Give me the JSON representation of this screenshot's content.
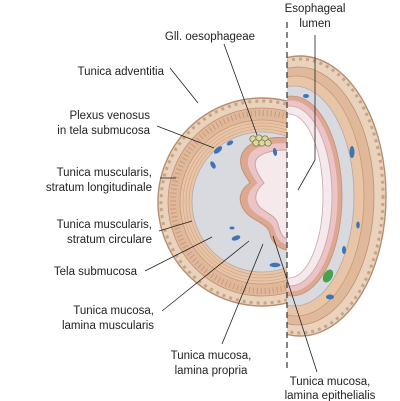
{
  "labels": {
    "gll_oesophageae": "Gll. oesophageae",
    "esophageal_lumen_1": "Esophageal",
    "esophageal_lumen_2": "lumen",
    "tunica_adventitia": "Tunica adventitia",
    "plexus_venosus_1": "Plexus venosus",
    "plexus_venosus_2": "in tela submucosa",
    "musc_longitudinale_1": "Tunica muscularis,",
    "musc_longitudinale_2": "stratum longitudinale",
    "musc_circulare_1": "Tunica muscularis,",
    "musc_circulare_2": "stratum circulare",
    "tela_submucosa": "Tela submucosa",
    "mucosa_muscularis_1": "Tunica mucosa,",
    "mucosa_muscularis_2": "lamina muscularis",
    "mucosa_propria_1": "Tunica mucosa,",
    "mucosa_propria_2": "lamina propria",
    "mucosa_epithelialis_1": "Tunica mucosa,",
    "mucosa_epithelialis_2": "lamina epithelialis"
  },
  "colors": {
    "adventitia": "#ead3bd",
    "adventitia_edge": "#b58d70",
    "longitudinal_muscle": "#e0b89a",
    "circular_muscle": "#e9c5a8",
    "submucosa": "#d8dadf",
    "lamina_muscularis": "#dca98f",
    "lamina_propria": "#ecc4c4",
    "epithelium": "#f6e9ec",
    "vein": "#3d74b5",
    "gland": "#dcd8a0",
    "gland_green": "#45a350",
    "leader_line": "#222222"
  }
}
